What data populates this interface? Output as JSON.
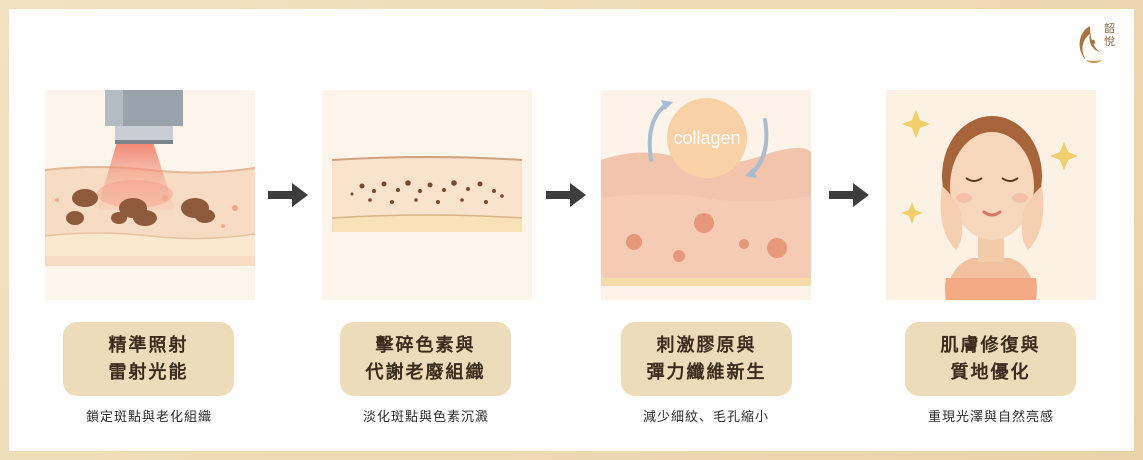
{
  "brand": {
    "name": "韶悅"
  },
  "steps": [
    {
      "title_line1": "精準照射",
      "title_line2": "雷射光能",
      "caption": "鎖定斑點與老化組織"
    },
    {
      "title_line1": "擊碎色素與",
      "title_line2": "代謝老廢組織",
      "caption": "淡化斑點與色素沉澱"
    },
    {
      "title_line1": "刺激膠原與",
      "title_line2": "彈力纖維新生",
      "caption": "減少細紋、毛孔縮小",
      "bubble": "collagen"
    },
    {
      "title_line1": "肌膚修復與",
      "title_line2": "質地優化",
      "caption": "重現光澤與自然亮感"
    }
  ],
  "icons": [
    "laser-device-icon",
    "arrow-right-icon",
    "collagen-cycle-icon",
    "sparkle-icon",
    "logo-icon"
  ],
  "colors": {
    "label_bg": "#ecdcb9",
    "arrow": "#3d3d3d",
    "skin": "#f6d8bd",
    "pigment": "#8d5a3b",
    "frame": "#efdcb7"
  }
}
